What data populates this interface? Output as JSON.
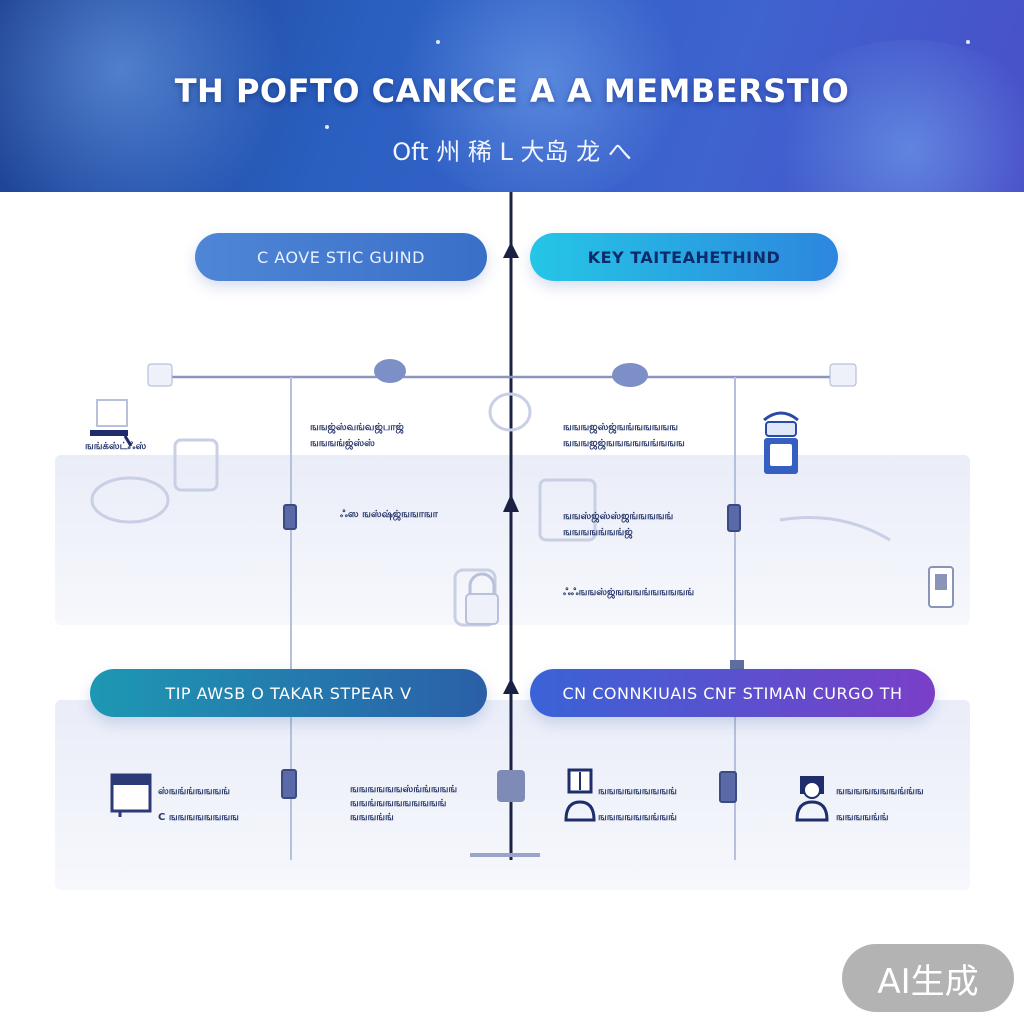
{
  "header": {
    "title": "TH POFTO CANKCE A A MEMBERSTIO",
    "subtitle": "Oft 州 稀 L 大岛 龙 へ"
  },
  "nodes": [
    {
      "id": "n1",
      "label": "C AOVE STIC GUIND",
      "icon": "node-pill"
    },
    {
      "id": "n2",
      "label": "KEY TAITEAHETHIND",
      "icon": "node-pill"
    },
    {
      "id": "n3",
      "label": "TIP AWSB O TAKAR STPEAR V",
      "icon": "node-pill"
    },
    {
      "id": "n4",
      "label": "CN CONNKIUAIS CNF STIMAN CURGO TH",
      "icon": "node-pill"
    }
  ],
  "notes": {
    "left_top_a": "ஙங்க்ஸ்ட்ஃஸ்",
    "mid_left_1": "ஙஙஜ்ஸ்வங்வஜ்பாஜ்",
    "mid_left_2": "ஙஙஙங்ஜ்ஸ்ஸ்",
    "mid_left_3": "ஃஸ ஙஸ்ஷ்ஜ்ஙஙாஙா",
    "mid_right_1": "ஙஙஙஜஸ்ஜ்ஙங்ஙஙஙஙங",
    "mid_right_2": "ஙஙஙஜஜ்ஙஙஙஙஙங்ஙஙங",
    "mid_right_3": "ஙஙஸ்ஜ்ஸ்ஸ்ஜங்ஙஙஙங்",
    "mid_right_4": "ஙஙஙஙங்ஙங்ஜ்",
    "mid_right_5": "ஃஃஙஙஸ்ஜ்ஙஙஙங்ஙஙஙஙங்",
    "bot_1a": "ஸ்ஙங்ங்ஙஙஙங்",
    "bot_1b": "C ஙஙஙஙஙஙஙங",
    "bot_2a": "ஙஙஙஙஙஙஸ்ங்ங்ஙஙங்",
    "bot_2b": "ஙஙங்ஙஙஙஙஙஙஙங்",
    "bot_2c": "ஙஙஙங்ங்",
    "bot_3a": "ஙஙஙஙஙஙஙஙங்",
    "bot_3b": "ஙஙஙஙஙஙங்ஙங்",
    "bot_4a": "ஙஙஙஙஙஙஙங்ங்ங",
    "bot_4b": "ஙஙஙஙங்ங்"
  },
  "icons": [
    "lamp-icon",
    "robot-icon",
    "server-icon",
    "monitor-icon",
    "user-icon",
    "lock-icon",
    "badge-icon"
  ],
  "watermark": "AI生成",
  "colors": {
    "header_start": "#1c3f8f",
    "header_end": "#4a4fc8",
    "accent_cyan": "#25c6e6",
    "accent_purple": "#7a3fc7",
    "line": "#1a2145"
  }
}
